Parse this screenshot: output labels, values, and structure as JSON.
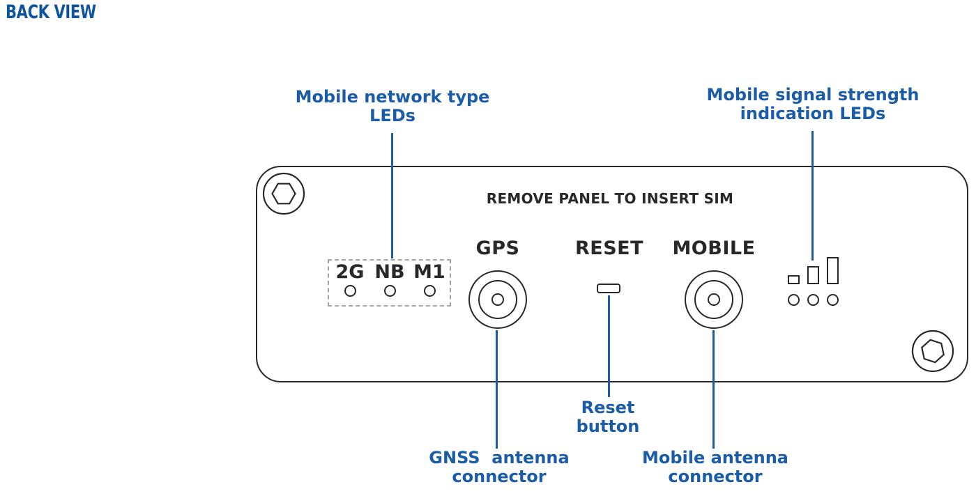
{
  "header": {
    "title": "BACK VIEW"
  },
  "colors": {
    "accent_blue": "#1b5ca8",
    "title_blue": "#10549e",
    "outline_dark": "#29272a",
    "dashed_box_gray": "#a3a3a3",
    "background": "#ffffff"
  },
  "callouts": {
    "network_leds": "Mobile network type\nLEDs",
    "signal_leds": "Mobile signal strength\nindication LEDs",
    "reset_button": "Reset\nbutton",
    "gnss_connector": "GNSS  antenna\nconnector",
    "mobile_connector": "Mobile antenna\nconnector"
  },
  "panel": {
    "notice": "REMOVE PANEL TO INSERT SIM",
    "gps_label": "GPS",
    "reset_label": "RESET",
    "mobile_label": "MOBILE",
    "network_type_leds": [
      "2G",
      "NB",
      "M1"
    ],
    "signal_bars_count": "3",
    "signal_leds_count": "3"
  }
}
